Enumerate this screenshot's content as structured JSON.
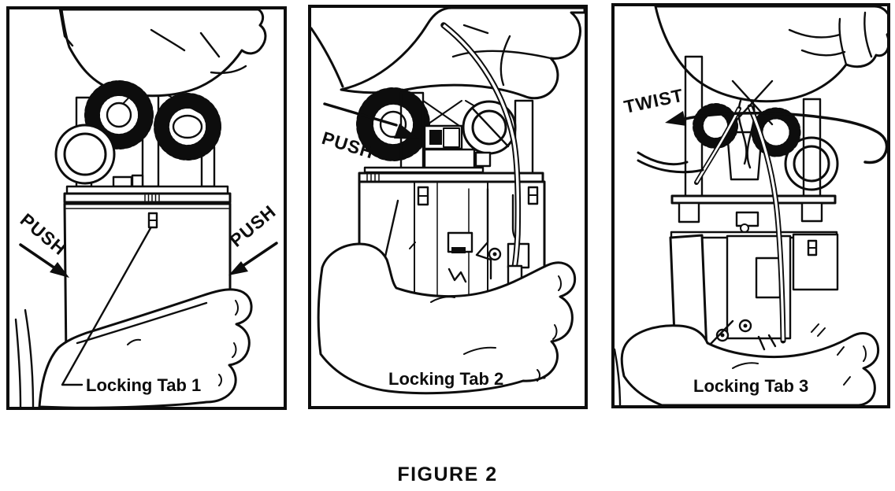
{
  "figure": {
    "caption": "FIGURE 2",
    "panels": [
      {
        "step": 1,
        "actions": [
          "PUSH",
          "PUSH"
        ],
        "callout": "Locking Tab 1"
      },
      {
        "step": 2,
        "actions": [
          "PUSH"
        ],
        "callout": "Locking Tab 2"
      },
      {
        "step": 3,
        "actions": [
          "TWIST"
        ],
        "callout": "Locking Tab 3"
      }
    ]
  },
  "colors": {
    "ink": "#0d0d0d",
    "paper": "#ffffff"
  }
}
